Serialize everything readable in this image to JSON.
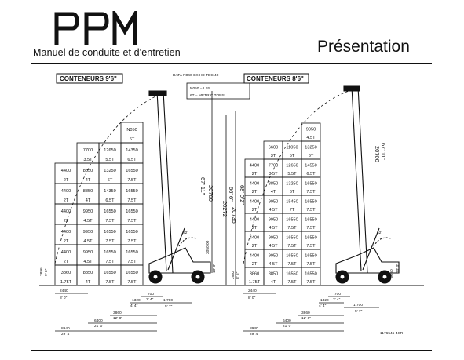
{
  "header": {
    "logo_text": "PPM",
    "subtitle": "Manuel de conduite et d'entretien",
    "title": "Présentation"
  },
  "diagram": {
    "left_container_label": "CONTENEURS 9'6\"",
    "right_container_label": "CONTENEURS 8'6\"",
    "data_label": "DATA N040-EX HD TEC 40",
    "legend_top": "N050 = LBS",
    "legend_bottom": "6T = METRIC TONS",
    "height_labels": [
      "20700",
      "67' 11\"",
      "20272",
      "66' 6\"",
      "20735",
      "68' 0/2\"",
      "3050.00",
      "10' 0\"",
      "3050",
      "10' 0\"",
      "2896",
      "9' 6\"",
      "2592",
      "8' 6\""
    ],
    "angle_label": "62°",
    "dims_left": [
      "2440",
      "8' 0\"",
      "700",
      "2' 4\"",
      "1320",
      "4' 4\"",
      "1.700",
      "5' 7\"",
      "3860",
      "12' 8\"",
      "6400",
      "21' 0\"",
      "8940",
      "29' 4\""
    ],
    "dims_right": [
      "2440",
      "8' 0\"",
      "700",
      "2' 4\"",
      "1320",
      "4' 4\"",
      "1.700",
      "5' 7\"",
      "3860",
      "12' 8\"",
      "6400",
      "21' 0\"",
      "8940",
      "29' 4\""
    ],
    "reference_code": "1176545-4SR",
    "left_cells": {
      "col1": [
        "4400",
        "2T",
        "4400",
        "2T",
        "4400",
        "2T",
        "4400",
        "2T",
        "4400",
        "2T",
        "3860",
        "1.75T"
      ],
      "col2": [
        "7700",
        "3.5T",
        "8850",
        "4T",
        "8850",
        "4T",
        "9950",
        "4.5T",
        "9950",
        "4.5T",
        "9950",
        "4.5T",
        "8850",
        "4T"
      ],
      "col3": [
        "12650",
        "5.5T",
        "13250",
        "6T",
        "14350",
        "6.5T",
        "16550",
        "7.5T",
        "16550",
        "7.5T",
        "16550",
        "7.5T",
        "16550",
        "7.5T"
      ],
      "col4": [
        "N050",
        "6T",
        "14350",
        "6.5T",
        "16550",
        "7.5T",
        "16550",
        "7.5T",
        "16550",
        "7.5T",
        "16550",
        "7.5T",
        "16550",
        "7.5T",
        "16550",
        "7.5T"
      ]
    },
    "right_cells": {
      "col1": [
        "4400",
        "2T",
        "4400",
        "2T",
        "4400",
        "2T",
        "4400",
        "2T",
        "4400",
        "2T",
        "4400",
        "2T",
        "3860",
        "1.75T"
      ],
      "col2": [
        "6600",
        "3T",
        "7700",
        "3.5T",
        "8850",
        "4T",
        "9950",
        "4.5T",
        "9950",
        "4.5T",
        "9950",
        "4.5T",
        "9950",
        "4.5T",
        "8850",
        "4T"
      ],
      "col3": [
        "11050",
        "5T",
        "12650",
        "5.5T",
        "13250",
        "6T",
        "15450",
        "7T",
        "16550",
        "7.5T",
        "16550",
        "7.5T",
        "16550",
        "7.5T",
        "16550",
        "7.5T"
      ],
      "col4": [
        "9950",
        "4.5T",
        "13250",
        "6T",
        "14550",
        "6.5T",
        "16550",
        "7.5T",
        "16550",
        "7.5T",
        "16550",
        "7.5T",
        "16550",
        "7.5T",
        "16550",
        "7.5T",
        "16550",
        "7.5T"
      ]
    }
  }
}
